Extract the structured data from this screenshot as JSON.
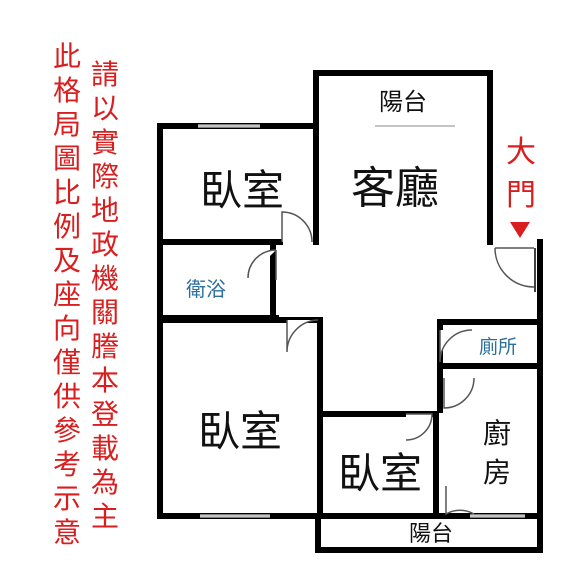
{
  "notes": {
    "left_column": "此格局圖比例及座向僅供參考示意",
    "right_column": "請以實際地政機關謄本登載為主"
  },
  "rooms": {
    "balcony_top": "陽台",
    "bedroom_top": "臥室",
    "living_room": "客廳",
    "bathroom": "衛浴",
    "toilet": "廁所",
    "bedroom_large": "臥室",
    "bedroom_small": "臥室",
    "kitchen_line1": "廚",
    "kitchen_line2": "房",
    "balcony_bottom": "陽台"
  },
  "entrance": {
    "line1": "大",
    "line2": "門"
  },
  "colors": {
    "wall": "#000000",
    "annotation_red": "#d81e1e",
    "small_room_text": "#2b6f9e"
  }
}
